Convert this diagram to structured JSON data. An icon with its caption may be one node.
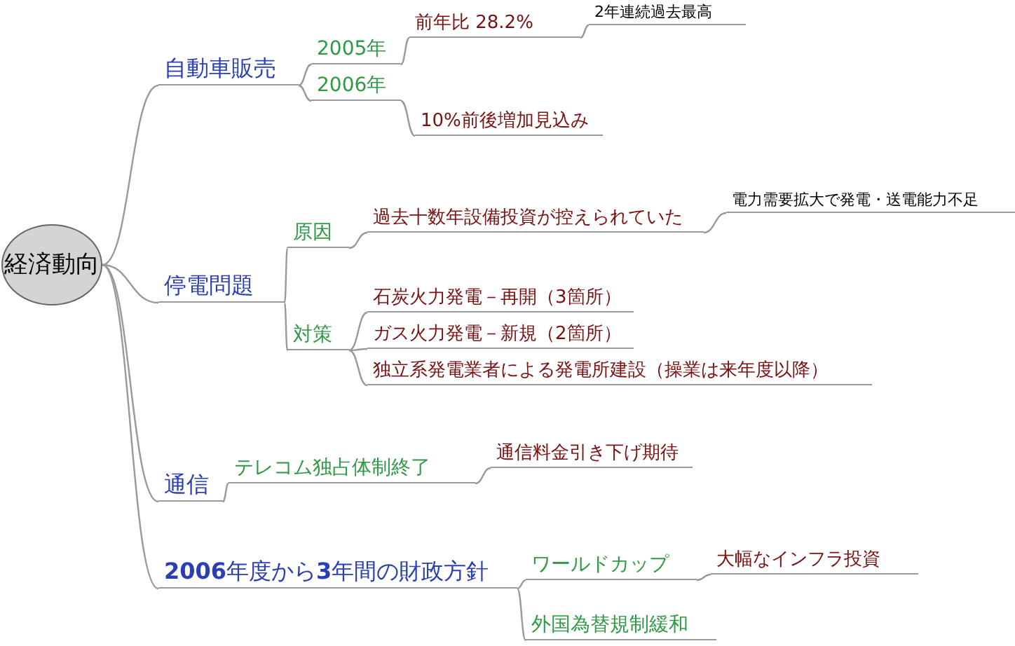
{
  "diagram": {
    "nodes": [
      {
        "text": [
          "経済動向"
        ]
      },
      {
        "text": [
          "自動車販売"
        ]
      },
      {
        "text": [
          "2005年"
        ]
      },
      {
        "text": [
          "前年比 28.2%"
        ]
      },
      {
        "text": [
          "2年連続過去最高"
        ]
      },
      {
        "text": [
          "2006年"
        ]
      },
      {
        "text": [
          "10%前後増加見込み"
        ]
      },
      {
        "text": [
          "停電問題"
        ]
      },
      {
        "text": [
          "原因"
        ]
      },
      {
        "text": [
          "過去十数年設備投資が控えられていた"
        ]
      },
      {
        "text": [
          "電力需要拡大で発電・送電能力不足"
        ]
      },
      {
        "text": [
          "対策"
        ]
      },
      {
        "text": [
          "石炭火力発電－再開（3箇所）"
        ]
      },
      {
        "text": [
          "ガス火力発電－新規（2箇所）"
        ]
      },
      {
        "text": [
          "独立系発電業者による発電所建設（操業は来年度以降）"
        ]
      },
      {
        "text": [
          "通信"
        ]
      },
      {
        "text": [
          "テレコム独占体制終了"
        ]
      },
      {
        "text": [
          "通信料金引き下げ期待"
        ]
      },
      {
        "text": [
          "**2006**年度から**3**年間の財政方針"
        ]
      },
      {
        "text": [
          "ワールドカップ"
        ]
      },
      {
        "text": [
          "大幅なインフラ投資"
        ]
      },
      {
        "text": [
          "外国為替規制緩和"
        ]
      }
    ],
    "edges": [
      {
        "from": 0,
        "to": 1,
        "arrow": "none"
      },
      {
        "from": 1,
        "to": 2,
        "arrow": "none"
      },
      {
        "from": 2,
        "to": 3,
        "arrow": "none"
      },
      {
        "from": 3,
        "to": 4,
        "arrow": "none"
      },
      {
        "from": 1,
        "to": 5,
        "arrow": "none"
      },
      {
        "from": 5,
        "to": 6,
        "arrow": "none"
      },
      {
        "from": 0,
        "to": 7,
        "arrow": "none"
      },
      {
        "from": 7,
        "to": 8,
        "arrow": "none"
      },
      {
        "from": 8,
        "to": 9,
        "arrow": "none"
      },
      {
        "from": 9,
        "to": 10,
        "arrow": "none"
      },
      {
        "from": 7,
        "to": 11,
        "arrow": "none"
      },
      {
        "from": 11,
        "to": 12,
        "arrow": "none"
      },
      {
        "from": 11,
        "to": 13,
        "arrow": "none"
      },
      {
        "from": 11,
        "to": 14,
        "arrow": "none"
      },
      {
        "from": 0,
        "to": 15,
        "arrow": "none"
      },
      {
        "from": 15,
        "to": 16,
        "arrow": "none"
      },
      {
        "from": 16,
        "to": 17,
        "arrow": "none"
      },
      {
        "from": 0,
        "to": 18,
        "arrow": "none"
      },
      {
        "from": 18,
        "to": 19,
        "arrow": "none"
      },
      {
        "from": 19,
        "to": 20,
        "arrow": "none"
      },
      {
        "from": 18,
        "to": 21,
        "arrow": "none"
      }
    ]
  }
}
